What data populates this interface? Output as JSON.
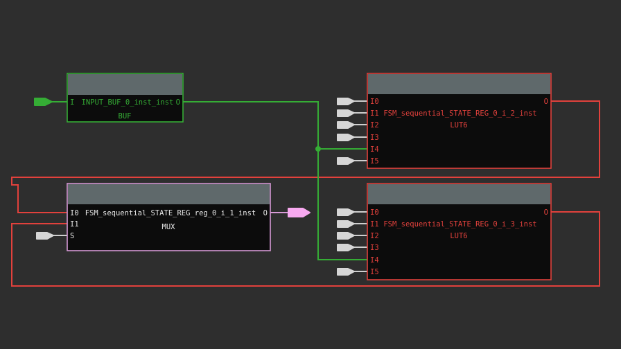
{
  "colors": {
    "canvas-bg": "#2e2e2e",
    "block-body": "#0c0c0c",
    "block-header": "#5f696b",
    "net-green": "#35ad35",
    "net-red": "#e2413c",
    "mux-border": "#d89ad8",
    "pin-pink": "#f8a9f0",
    "stub-fill": "#d6d6d6",
    "stub-line": "#cfcfcf",
    "text-white": "#e6e6e6"
  },
  "blocks": {
    "buf": {
      "name": "INPUT_BUF_0_inst_inst",
      "type": "BUF",
      "port_i": "I",
      "port_o": "O"
    },
    "lut2": {
      "name": "FSM_sequential_STATE_REG_0_i_2_inst",
      "type": "LUT6",
      "i0": "I0",
      "i1": "I1",
      "i2": "I2",
      "i3": "I3",
      "i4": "I4",
      "i5": "I5",
      "o": "O"
    },
    "lut3": {
      "name": "FSM_sequential_STATE_REG_0_i_3_inst",
      "type": "LUT6",
      "i0": "I0",
      "i1": "I1",
      "i2": "I2",
      "i3": "I3",
      "i4": "I4",
      "i5": "I5",
      "o": "O"
    },
    "mux": {
      "name": "FSM_sequential_STATE_REG_reg_0_i_1_inst",
      "type": "MUX",
      "i0": "I0",
      "i1": "I1",
      "s": "S",
      "o": "O"
    }
  }
}
